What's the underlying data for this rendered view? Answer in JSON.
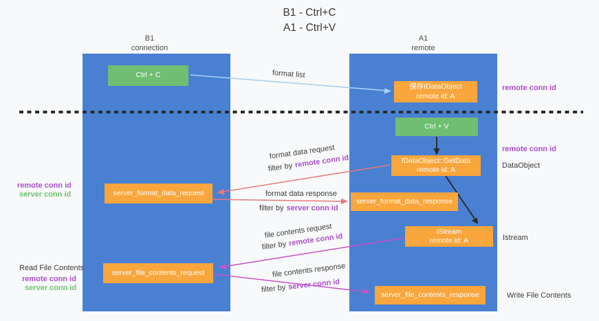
{
  "title": {
    "line1": "B1 - Ctrl+C",
    "line2": "A1 - Ctrl+V"
  },
  "columns": {
    "left": {
      "title": "B1",
      "subtitle": "connection"
    },
    "right": {
      "title": "A1",
      "subtitle": "remote"
    }
  },
  "nodes": {
    "ctrl_c": {
      "label": "Ctrl + C"
    },
    "save_idataobject": {
      "line1": "保存IDataObject",
      "line2": "remote id: A"
    },
    "ctrl_v": {
      "label": "Ctrl + V"
    },
    "getdata": {
      "line1": "IDataObject::GetData",
      "line2": "remote id: A"
    },
    "format_request": {
      "label": "server_format_data_request"
    },
    "format_response": {
      "label": "server_format_data_response"
    },
    "istream": {
      "line1": "IStream",
      "line2": "remote id: A"
    },
    "file_request": {
      "label": "server_file_contents_request"
    },
    "file_response": {
      "label": "server_file_contents_response"
    }
  },
  "edge_labels": {
    "format_list": "format list",
    "format_data_request": "format data request",
    "format_data_response": "format data response",
    "file_contents_request": "file contents request",
    "file_contents_response": "file contents response",
    "filter_by": "filter by",
    "remote_conn_id": "remote conn id",
    "server_conn_id": "server conn id"
  },
  "side_labels": {
    "remote_conn_id": "remote conn id",
    "server_conn_id": "server conn id",
    "dataobject": "DataObject",
    "istream": "Istream",
    "read_file_contents": "Read File Contents",
    "write_file_contents": "Write File Contents"
  },
  "colors": {
    "column_blue": "#4a80d2",
    "box_orange": "#f9a63c",
    "box_green": "#6fbe72",
    "arrow_blue": "#a8d2f0",
    "arrow_red": "#e87878",
    "arrow_magenta": "#c850c8",
    "arrow_black": "#2b2b2b",
    "text_purple": "#a94fc9",
    "text_green": "#6cc46c"
  }
}
